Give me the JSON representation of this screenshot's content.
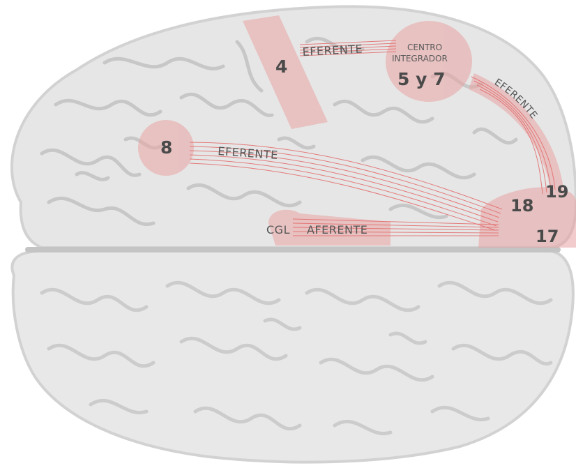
{
  "colors": {
    "background": "#ffffff",
    "hemisphere": "#e6e6e6",
    "hemisphere_shadow": "#cfcfcf",
    "gyri": "#bdbdbd",
    "highlight": "#e9a3a3",
    "tract": "#e46f6f",
    "text": "#4a4a4a"
  },
  "areas": {
    "area_4": "4",
    "area_8": "8",
    "area_5y7": "5 y 7",
    "area_18": "18",
    "area_19": "19",
    "area_17": "17"
  },
  "centro": {
    "line1": "CENTRO",
    "line2": "INTEGRADOR"
  },
  "paths": {
    "eferente_top": "EFERENTE",
    "eferente_middle": "EFERENTE",
    "eferente_right": "EFERENTE",
    "cgl": "CGL",
    "aferente": "AFERENTE"
  }
}
